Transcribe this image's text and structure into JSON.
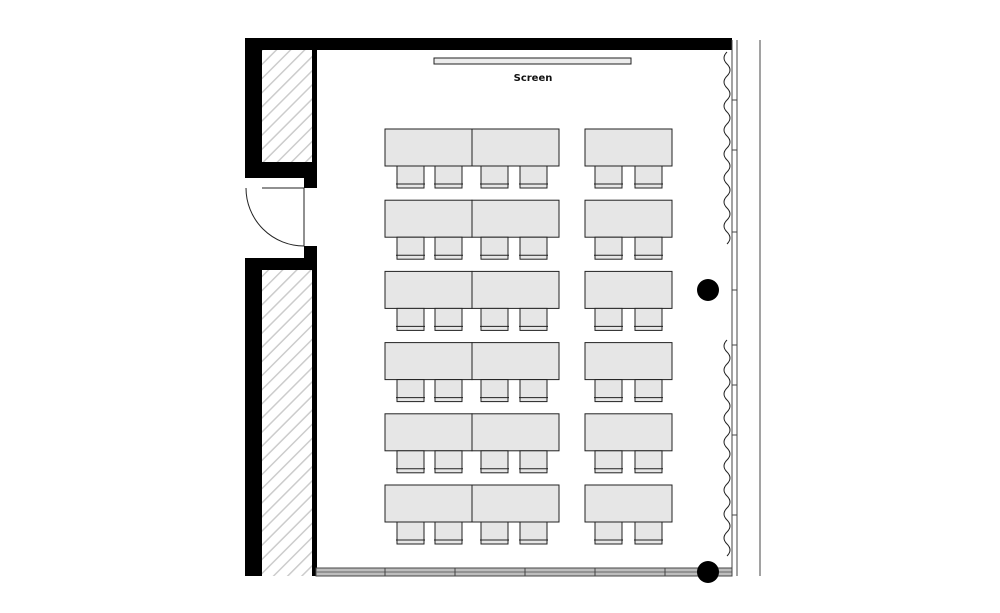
{
  "plan": {
    "screen_label": "Screen",
    "rows": 6,
    "columns": [
      {
        "tables": 2,
        "chairs_per_row": 4
      },
      {
        "tables": 1,
        "chairs_per_row": 2
      }
    ],
    "colors": {
      "wall": "#000000",
      "hatch": "#cccccc",
      "furniture_fill": "#e6e6e6",
      "outline": "#222222"
    }
  }
}
